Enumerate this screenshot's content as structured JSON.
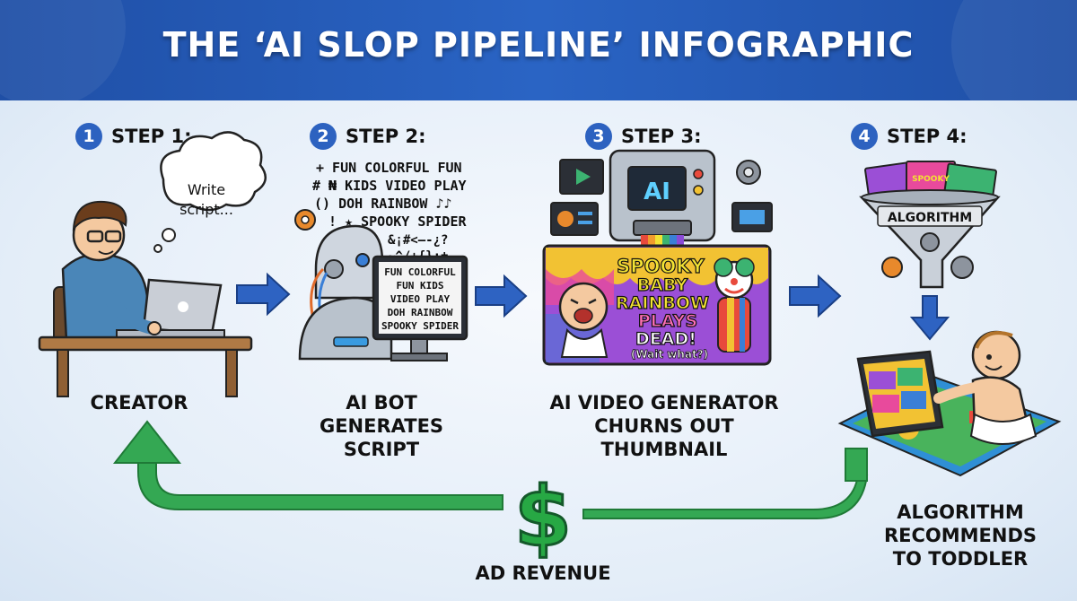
{
  "title": "THE ‘AI SLOP PIPELINE’ INFOGRAPHIC",
  "steps": [
    {
      "num": "1",
      "label": "STEP 1:",
      "caption_lines": [
        "CREATOR"
      ]
    },
    {
      "num": "2",
      "label": "STEP 2:",
      "caption_lines": [
        "AI BOT",
        "GENERATES",
        "SCRIPT"
      ]
    },
    {
      "num": "3",
      "label": "STEP 3:",
      "caption_lines": [
        "AI VIDEO GENERATOR",
        "CHURNS OUT THUMBNAIL"
      ]
    },
    {
      "num": "4",
      "label": "STEP 4:",
      "caption_lines": [
        "ALGORITHM",
        "RECOMMENDS",
        "TO TODDLER"
      ]
    }
  ],
  "thought_bubble": [
    "Write",
    "script..."
  ],
  "script_cloud": [
    "+ FUN COLORFUL FUN",
    "# ₦ KIDS VIDEO PLAY",
    "() DOH RAINBOW ♪♪",
    "!  ★ SPOOKY SPIDER",
    "&¡#<—-¿?",
    "~^/+{}:±"
  ],
  "monitor_text": [
    "FUN COLORFUL",
    "FUN KIDS",
    "VIDEO PLAY",
    "DOH RAINBOW",
    "SPOOKY SPIDER"
  ],
  "machine_label": "AI",
  "thumbnail_title": [
    "SPOOKY",
    "BABY",
    "RAINBOW",
    "PLAYS",
    "DEAD!"
  ],
  "thumbnail_sub": "(Wait what?)",
  "funnel_label": "ALGORITHM",
  "mini_thumb_text": "SPOOKY",
  "revenue_symbol": "$",
  "revenue_label": "AD REVENUE",
  "colors": {
    "header": "#2a64c4",
    "step_badge": "#2d62c0",
    "arrow_blue": "#2e63c2",
    "arrow_green": "#34a853",
    "dollar": "#27a844"
  },
  "icons": [
    "laptop-icon",
    "robot-icon",
    "gear-icon",
    "machine-icon",
    "funnel-icon",
    "tablet-icon",
    "dollar-icon"
  ]
}
